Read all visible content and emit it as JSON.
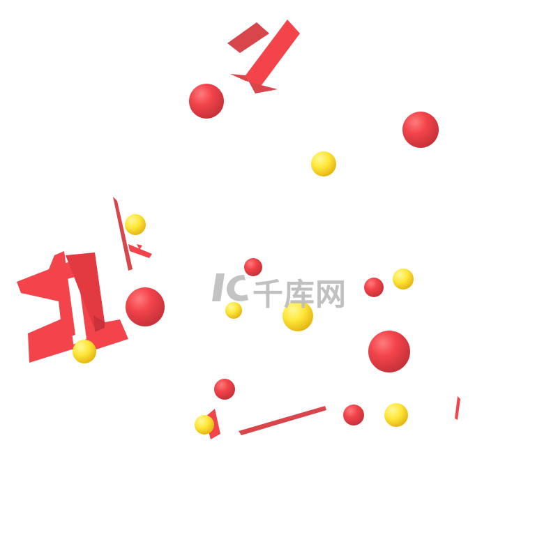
{
  "watermark": {
    "text": "千库网"
  },
  "colors": {
    "background": "#ffffff",
    "red": "#f2444a",
    "red_shade": "#c9323a",
    "yellow": "#ffe83a",
    "yellow_shade": "#e9c21a",
    "watermark": "#bdbdbd"
  },
  "decoration": {
    "shapes": [
      "sphere",
      "ribbon",
      "number-eleven-shape"
    ]
  }
}
